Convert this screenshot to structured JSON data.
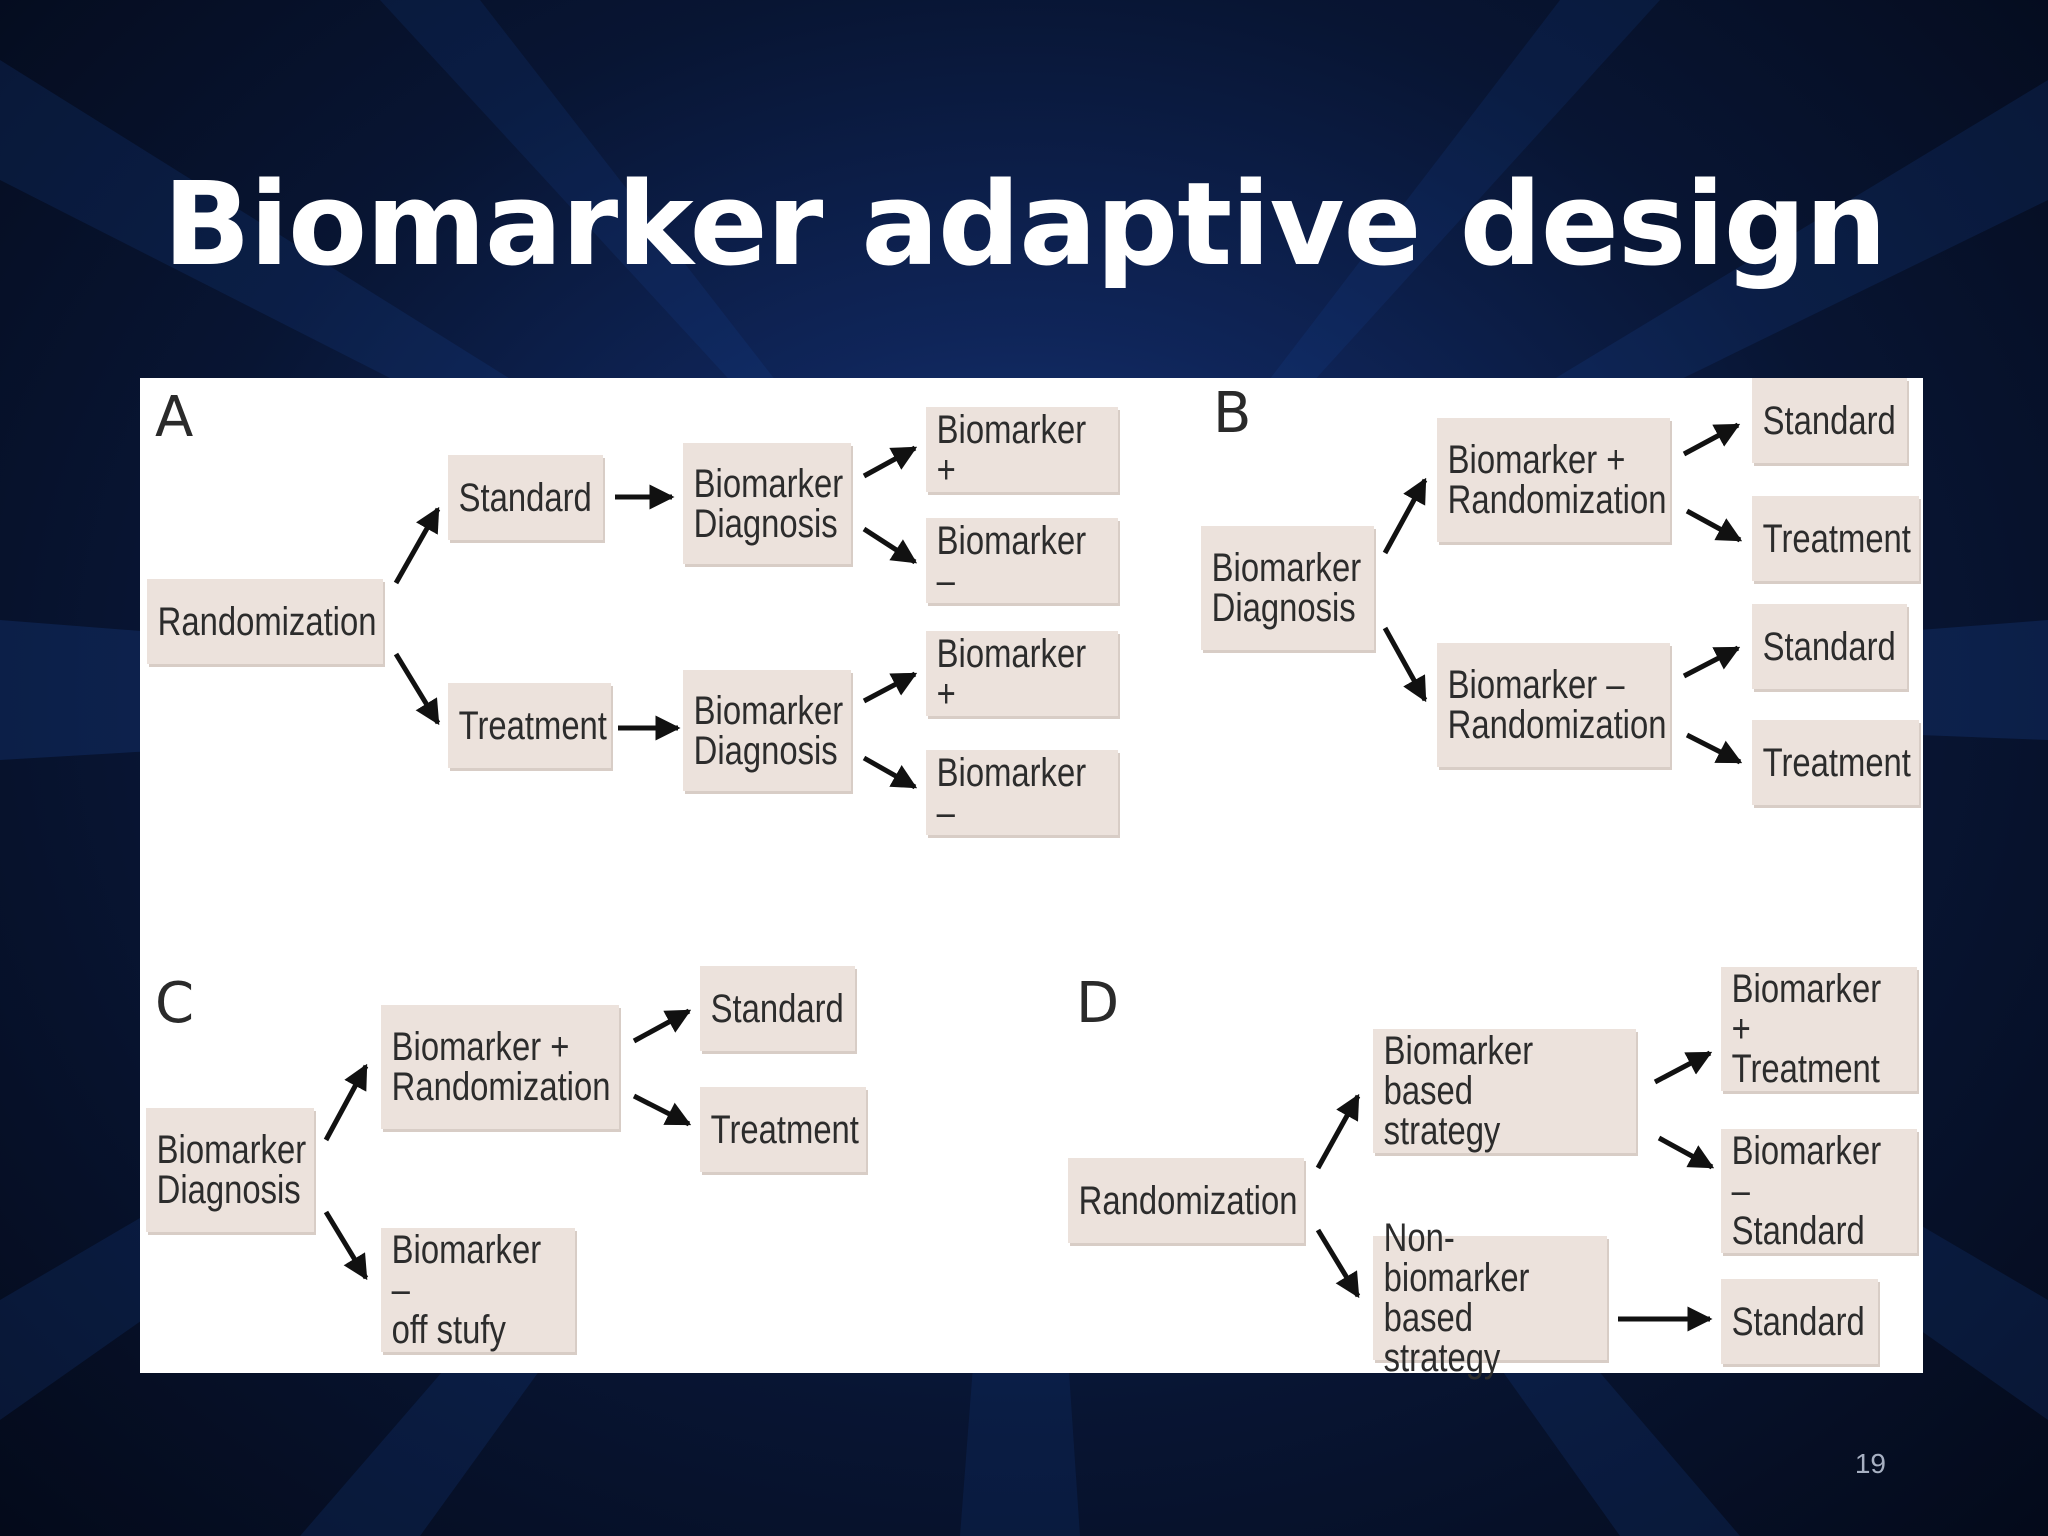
{
  "slide": {
    "title": "Biomarker adaptive design",
    "page_number": "19"
  },
  "panels": {
    "a": {
      "letter": "A",
      "randomization": "Randomization",
      "standard": "Standard",
      "treatment": "Treatment",
      "dx_top": "Biomarker\nDiagnosis",
      "dx_bottom": "Biomarker\nDiagnosis",
      "top_pos": "Biomarker +",
      "top_neg": "Biomarker –",
      "bottom_pos": "Biomarker +",
      "bottom_neg": "Biomarker –"
    },
    "b": {
      "letter": "B",
      "diagnosis": "Biomarker\nDiagnosis",
      "pos_rand": "Biomarker +\nRandomization",
      "neg_rand": "Biomarker –\nRandomization",
      "pos_standard": "Standard",
      "pos_treatment": "Treatment",
      "neg_standard": "Standard",
      "neg_treatment": "Treatment"
    },
    "c": {
      "letter": "C",
      "diagnosis": "Biomarker\nDiagnosis",
      "pos_rand": "Biomarker +\nRandomization",
      "neg_off": "Biomarker –\noff stufy",
      "standard": "Standard",
      "treatment": "Treatment"
    },
    "d": {
      "letter": "D",
      "randomization": "Randomization",
      "based": "Biomarker based\nstrategy",
      "non_based": "Non-biomarker\nbased strategy",
      "pos_treatment": "Biomarker +\nTreatment",
      "neg_standard": "Biomarker –\nStandard",
      "standard": "Standard"
    }
  }
}
